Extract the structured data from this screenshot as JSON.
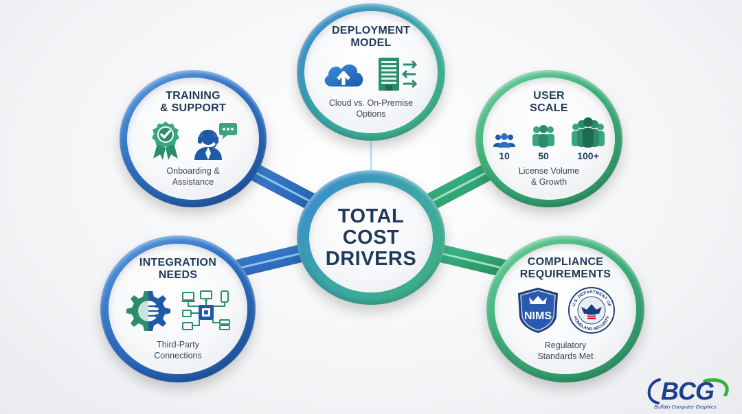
{
  "center": {
    "title": "TOTAL\nCOST\nDRIVERS"
  },
  "nodes": {
    "deployment": {
      "title": "DEPLOYMENT\nMODEL",
      "desc": "Cloud vs. On-Premise\nOptions",
      "icons": [
        "cloud-upload-icon",
        "server-building-icon"
      ]
    },
    "training": {
      "title": "TRAINING\n& SUPPORT",
      "desc": "Onboarding &\nAssistance",
      "icons": [
        "award-badge-icon",
        "support-agent-icon"
      ]
    },
    "user_scale": {
      "title": "USER\nSCALE",
      "desc": "License Volume\n& Growth",
      "scale": [
        "10",
        "50",
        "100+"
      ],
      "icons": [
        "small-group-icon",
        "medium-group-icon",
        "large-group-icon"
      ]
    },
    "integration": {
      "title": "INTEGRATION\nNEEDS",
      "desc": "Third-Party\nConnections",
      "icons": [
        "gear-circuit-icon",
        "network-devices-icon"
      ]
    },
    "compliance": {
      "title": "COMPLIANCE\nREQUIREMENTS",
      "desc": "Regulatory\nStandards Met",
      "badges": {
        "nims": "NIMS",
        "dhs_top": "U.S. DEPARTMENT OF",
        "dhs_bottom": "HOMELAND SECURITY"
      },
      "icons": [
        "nims-shield-icon",
        "dhs-seal-icon"
      ]
    }
  },
  "logo": {
    "text": "BCG",
    "subtitle": "Buffalo Computer Graphics"
  },
  "colors": {
    "blue": "#2d6fc4",
    "green": "#3cae78",
    "navy": "#1f3a5a"
  }
}
